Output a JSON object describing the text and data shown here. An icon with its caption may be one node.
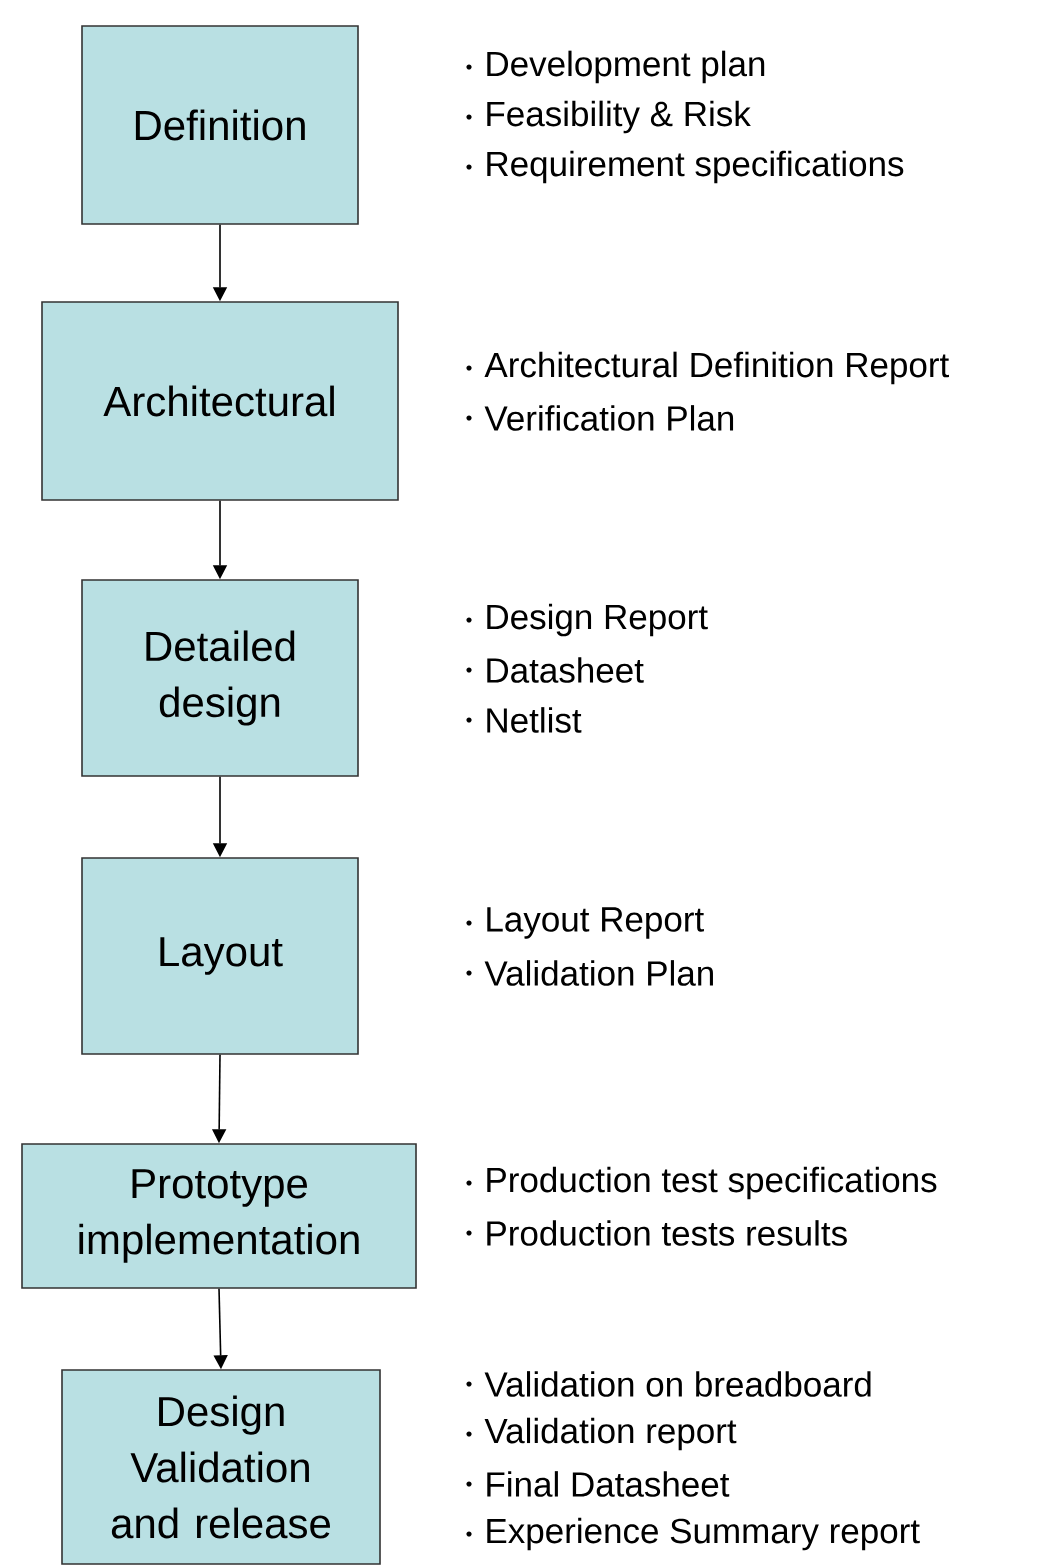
{
  "diagram": {
    "nodes": [
      {
        "text": [
          "Definition"
        ],
        "beside": [
          "Development plan",
          "Feasibility & Risk",
          "Requirement specifications"
        ]
      },
      {
        "text": [
          "Architectural"
        ],
        "beside": [
          "Architectural Definition Report",
          "Verification Plan"
        ]
      },
      {
        "text": [
          "Detailed design"
        ],
        "beside": [
          "Design Report",
          "Datasheet",
          "Netlist"
        ]
      },
      {
        "text": [
          "Layout"
        ],
        "beside": [
          "Layout Report",
          "Validation Plan"
        ]
      },
      {
        "text": [
          "Prototype implementation"
        ],
        "beside": [
          "Production test specifications",
          "Production tests results"
        ]
      },
      {
        "text": [
          "Design Validation and release"
        ],
        "beside": [
          "Validation on breadboard",
          "Validation report",
          "Final Datasheet",
          "Experience Summary report"
        ]
      }
    ],
    "edges": [
      {
        "from": 0,
        "to": 1,
        "arrow": "to"
      },
      {
        "from": 1,
        "to": 2,
        "arrow": "to"
      },
      {
        "from": 2,
        "to": 3,
        "arrow": "to"
      },
      {
        "from": 3,
        "to": 4,
        "arrow": "to"
      },
      {
        "from": 4,
        "to": 5,
        "arrow": "to"
      }
    ]
  }
}
